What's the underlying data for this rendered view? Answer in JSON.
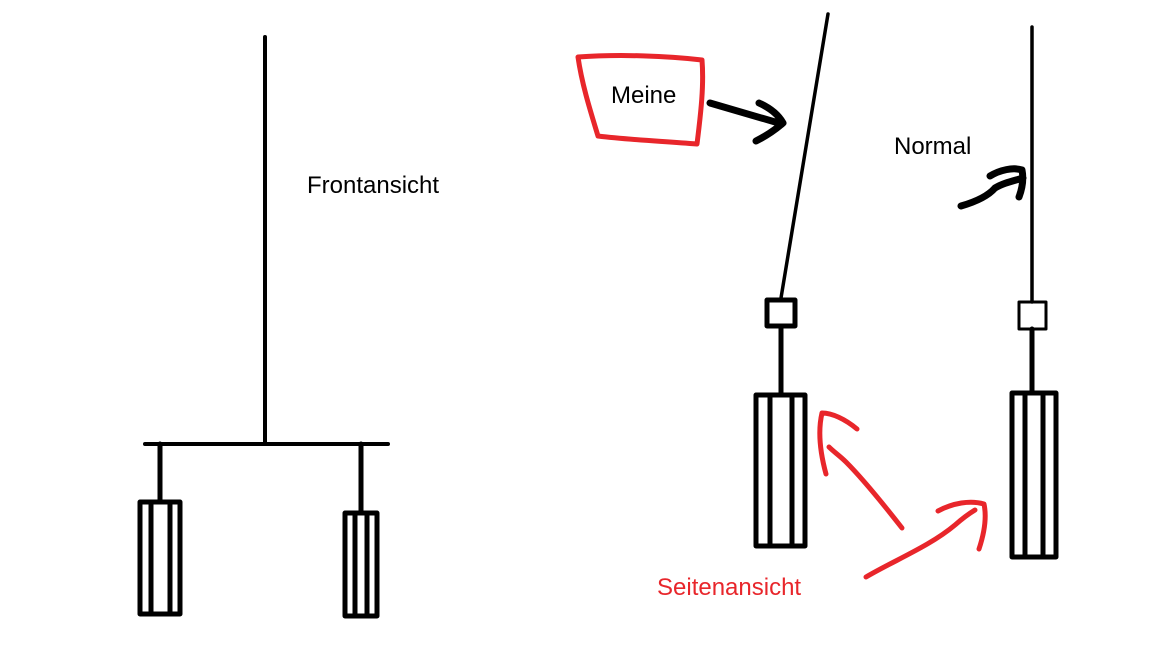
{
  "labels": {
    "front_view": "Frontansicht",
    "mine": "Meine",
    "normal": "Normal",
    "side_view": "Seitenansicht"
  },
  "colors": {
    "ink": "#000000",
    "annotation": "#e8262b",
    "background": "#ffffff"
  }
}
